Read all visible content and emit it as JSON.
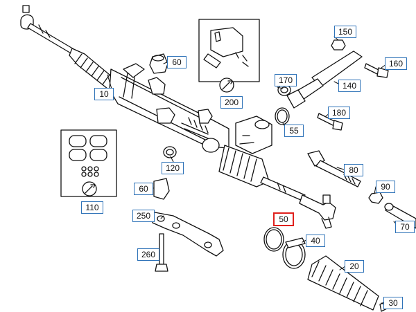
{
  "colors": {
    "callout_border": "#2f73b8",
    "selected_border": "#e0201c",
    "line": "#111111"
  },
  "selected_part": "50",
  "icons": {
    "wrench": "wrench-icon"
  },
  "callouts": {
    "p10": "10",
    "p20": "20",
    "p30": "30",
    "p40": "40",
    "p50": "50",
    "p55": "55",
    "p60a": "60",
    "p60b": "60",
    "p70": "70",
    "p80": "80",
    "p90": "90",
    "p110": "110",
    "p120": "120",
    "p140": "140",
    "p150": "150",
    "p160": "160",
    "p170": "170",
    "p180": "180",
    "p200": "200",
    "p250": "250",
    "p260": "260"
  }
}
